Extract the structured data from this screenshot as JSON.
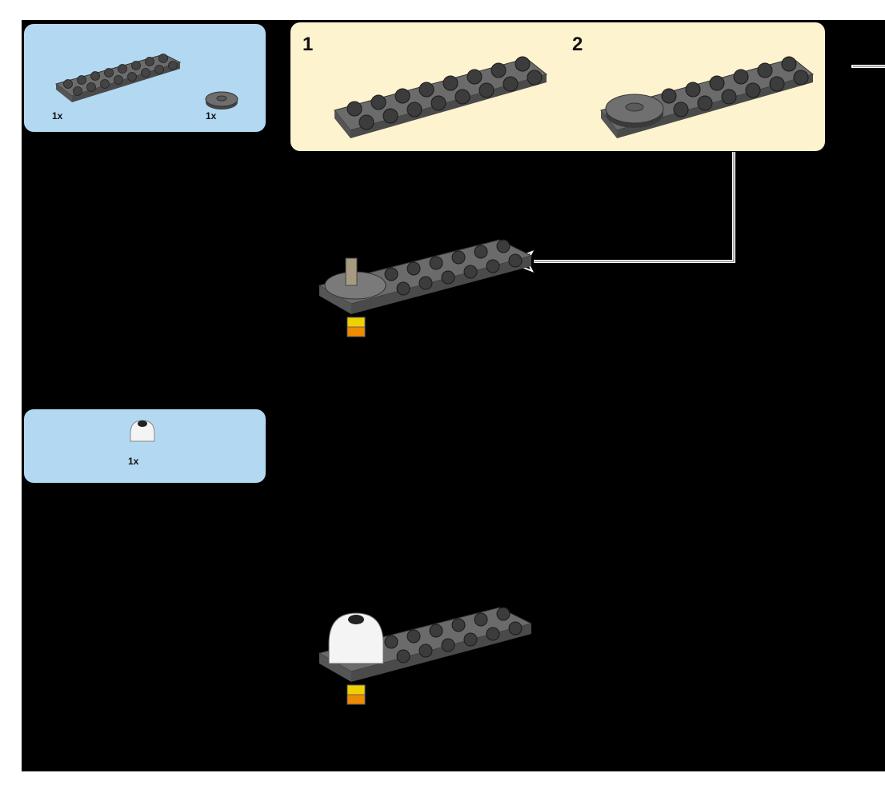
{
  "page": {
    "background": "#000000",
    "parts_panel_color": "#b3d9f2",
    "substeps_panel_color": "#fdf3cf"
  },
  "parts_list_1": {
    "items": [
      {
        "part": "dark-grey-technic-plate-2x8-with-holes",
        "qty": "1x"
      },
      {
        "part": "dark-grey-tile-round-2x2-with-hole",
        "qty": "1x"
      }
    ]
  },
  "substeps": {
    "steps": [
      {
        "number": "1",
        "image": "plate-2x8"
      },
      {
        "number": "2",
        "image": "plate-2x8-with-round-tile"
      }
    ]
  },
  "assembly_1": {
    "image": "plate-with-axle-and-turntable"
  },
  "parts_list_2": {
    "items": [
      {
        "part": "white-dome-2x2-round",
        "qty": "1x"
      }
    ]
  },
  "assembly_2": {
    "image": "plate-with-white-dome"
  }
}
